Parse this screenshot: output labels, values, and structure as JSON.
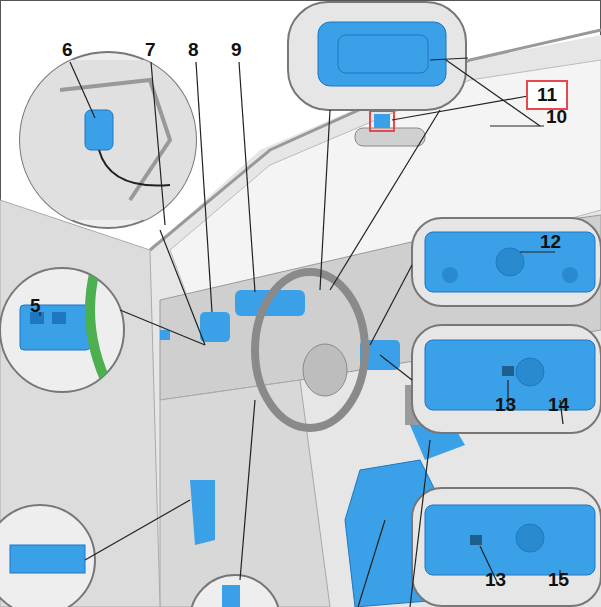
{
  "diagram": {
    "nodes": [
      {
        "text": [
          "11"
        ]
      }
    ],
    "labels": [
      "6",
      "7",
      "8",
      "9",
      "10",
      "5",
      "12",
      "13",
      "14",
      "13",
      "15"
    ]
  }
}
